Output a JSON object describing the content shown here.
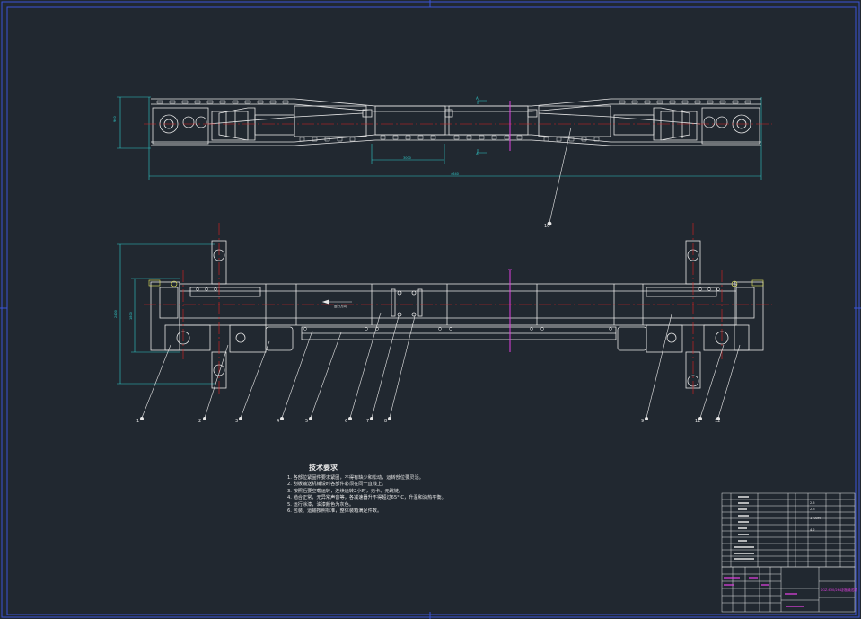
{
  "drawing": {
    "colors": {
      "background": "#212830",
      "frame": "#3a55d8",
      "lines": "#e6e6e6",
      "centerline": "#e02020",
      "dimension": "#30c8c8",
      "section": "#e040e0",
      "tag": "#e8e860"
    },
    "front_view": {
      "section_labels": [
        "A",
        "A"
      ],
      "dimensions": {
        "height": "960",
        "segment": "3000",
        "overall": "4640"
      }
    },
    "plan_view": {
      "dimensions": {
        "outer_width": "2400",
        "inner_width": "1800"
      },
      "direction_tag": "运行方向"
    },
    "balloons": [
      "1",
      "2",
      "3",
      "4",
      "5",
      "6",
      "7",
      "8",
      "9",
      "10",
      "11",
      "12"
    ],
    "technical_requirements": {
      "title": "技术要求",
      "lines": [
        "1. 各部位紧固件要求紧固，不得有缺少和松动，运转部位要灵活。",
        "2. 刮板输送机铺设时各部件必须在同一直线上。",
        "3. 按照后要空载运转，连续运转2小时，无卡、无跳链。",
        "4. 啮合正常，无异常声音等，各减速器升不得超过65° C，升温和油热平衡。",
        "5. 运行涂漆，油漆颜色为灰色。",
        "6. 包装、运输按照标准，整体装箱满足件数。"
      ]
    },
    "title_block": {
      "drawing_name": "SGZ-630/264刮板输送机",
      "param_values": [
        "2.5",
        "2.3",
        "1700M",
        "4.2"
      ]
    }
  }
}
